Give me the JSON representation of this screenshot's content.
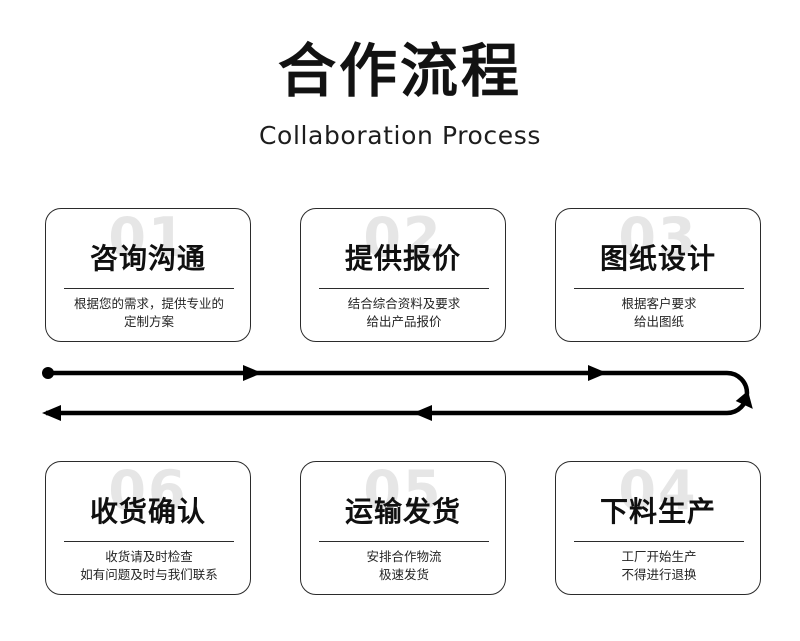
{
  "header": {
    "title": "合作流程",
    "subtitle": "Collaboration Process"
  },
  "colors": {
    "background": "#ffffff",
    "ink": "#101010",
    "border": "#2b2b2b",
    "watermark": "#e6e6e6",
    "arrow": "#000000"
  },
  "cards": [
    {
      "number": "01",
      "title": "咨询沟通",
      "desc_line1": "根据您的需求，提供专业的",
      "desc_line2": "定制方案"
    },
    {
      "number": "02",
      "title": "提供报价",
      "desc_line1": "结合综合资料及要求",
      "desc_line2": "给出产品报价"
    },
    {
      "number": "03",
      "title": "图纸设计",
      "desc_line1": "根据客户要求",
      "desc_line2": "给出图纸"
    },
    {
      "number": "06",
      "title": "收货确认",
      "desc_line1": "收货请及时检查",
      "desc_line2": "如有问题及时与我们联系"
    },
    {
      "number": "05",
      "title": "运输发货",
      "desc_line1": "安排合作物流",
      "desc_line2": "极速发货"
    },
    {
      "number": "04",
      "title": "下料生产",
      "desc_line1": "工厂开始生产",
      "desc_line2": "不得进行退换"
    }
  ],
  "connector": {
    "name": "process-flow-arrow",
    "start_dot": true,
    "direction_top": "right",
    "direction_bottom": "left",
    "u_turn_side": "right"
  }
}
